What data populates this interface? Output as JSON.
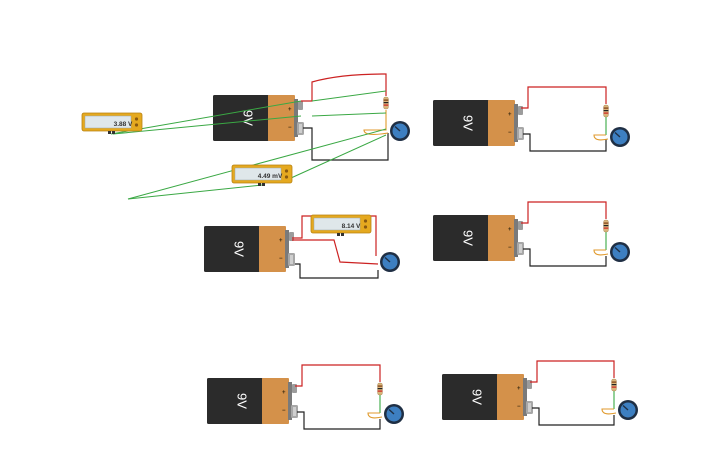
{
  "colors": {
    "battery_body": "#2b2b2b",
    "battery_cap": "#d4914a",
    "wire_positive": "#cc2222",
    "wire_negative": "#222222",
    "wire_probe": "#3aa844",
    "meter_frame": "#e5a91f",
    "meter_screen": "#dfe7ea",
    "potentiometer": "#3d7fc1",
    "resistor": "#d9b47a",
    "led_lead": "#e09a2c",
    "canvas_bg": "#ffffff"
  },
  "batteries": [
    {
      "id": "battery-1",
      "label": "9V",
      "pos_sign": "+",
      "neg_sign": "−"
    },
    {
      "id": "battery-2",
      "label": "9V",
      "pos_sign": "+",
      "neg_sign": "−"
    },
    {
      "id": "battery-3",
      "label": "9V",
      "pos_sign": "+",
      "neg_sign": "−"
    },
    {
      "id": "battery-4",
      "label": "9V",
      "pos_sign": "+",
      "neg_sign": "−"
    },
    {
      "id": "battery-5",
      "label": "9V",
      "pos_sign": "+",
      "neg_sign": "−"
    },
    {
      "id": "battery-6",
      "label": "9V",
      "pos_sign": "+",
      "neg_sign": "−"
    }
  ],
  "meters": [
    {
      "id": "meter-1",
      "reading": "3.88 V"
    },
    {
      "id": "meter-2",
      "reading": "4.49 mV"
    },
    {
      "id": "meter-3",
      "reading": "8.14 V"
    }
  ],
  "components": {
    "potentiometer_icon": "potentiometer-icon",
    "resistor_icon": "resistor-icon"
  }
}
